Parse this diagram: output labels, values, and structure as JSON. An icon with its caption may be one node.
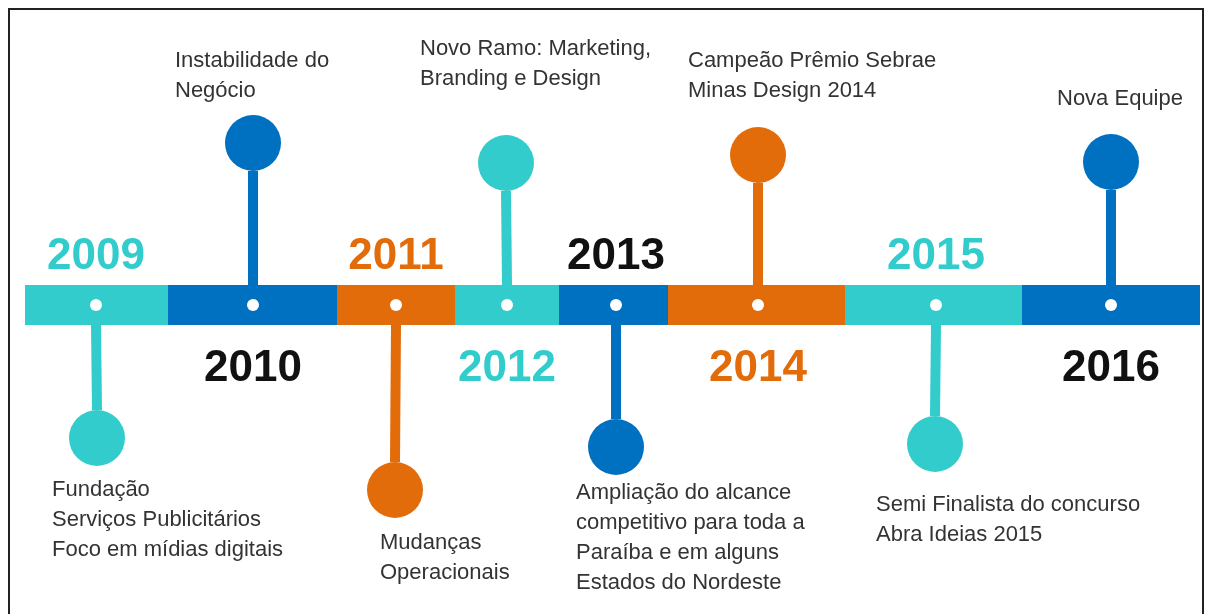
{
  "diagram": {
    "nodes": [
      {
        "text": [
          "2009"
        ]
      },
      {
        "text": [
          "Fundação",
          "Serviços Publicitários",
          "Foco em mídias digitais"
        ]
      },
      {
        "text": [
          "2010"
        ]
      },
      {
        "text": [
          "Instabilidade do Negócio"
        ]
      },
      {
        "text": [
          "2011"
        ]
      },
      {
        "text": [
          "Mudanças Operacionais"
        ]
      },
      {
        "text": [
          "2012"
        ]
      },
      {
        "text": [
          "Novo Ramo: Marketing, Branding e Design"
        ]
      },
      {
        "text": [
          "2013"
        ]
      },
      {
        "text": [
          "Ampliação do alcance competitivo para toda a Paraíba e em alguns Estados do Nordeste"
        ]
      },
      {
        "text": [
          "2014"
        ]
      },
      {
        "text": [
          "Campeão Prêmio Sebrae Minas Design 2014"
        ]
      },
      {
        "text": [
          "2015"
        ]
      },
      {
        "text": [
          "Semi Finalista do concurso Abra Ideias 2015"
        ]
      },
      {
        "text": [
          "2016"
        ]
      },
      {
        "text": [
          "Nova Equipe"
        ]
      }
    ],
    "edges": [
      {
        "from": 0,
        "to": 1,
        "arrow": "none"
      },
      {
        "from": 2,
        "to": 3,
        "arrow": "none",
        "color": "#0070c0"
      },
      {
        "from": 4,
        "to": 5,
        "arrow": "none",
        "color": "#e36c0a"
      },
      {
        "from": 6,
        "to": 7,
        "arrow": "none"
      },
      {
        "from": 8,
        "to": 9,
        "arrow": "none",
        "color": "#0070c0"
      },
      {
        "from": 10,
        "to": 11,
        "arrow": "none",
        "color": "#e36c0a"
      },
      {
        "from": 12,
        "to": 13,
        "arrow": "none"
      },
      {
        "from": 14,
        "to": 15,
        "arrow": "none",
        "color": "#0070c0"
      }
    ]
  }
}
